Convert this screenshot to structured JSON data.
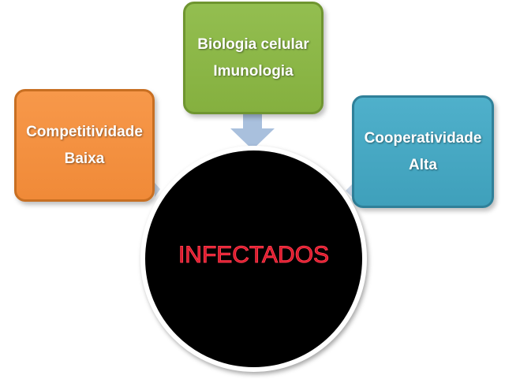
{
  "diagram": {
    "center": {
      "label": "INFECTADOS",
      "fill": "#000000",
      "text_color": "#d8182a"
    },
    "nodes": [
      {
        "id": "top",
        "lines": [
          "Biologia celular",
          "Imunologia"
        ],
        "color": "#8cb748"
      },
      {
        "id": "left",
        "lines": [
          "Competitividade",
          "Baixa"
        ],
        "color": "#f59241"
      },
      {
        "id": "right",
        "lines": [
          "Cooperatividade",
          "Alta"
        ],
        "color": "#47a8c3"
      }
    ],
    "connector": {
      "type": "arrow-down",
      "color": "#a9c0dd"
    }
  }
}
